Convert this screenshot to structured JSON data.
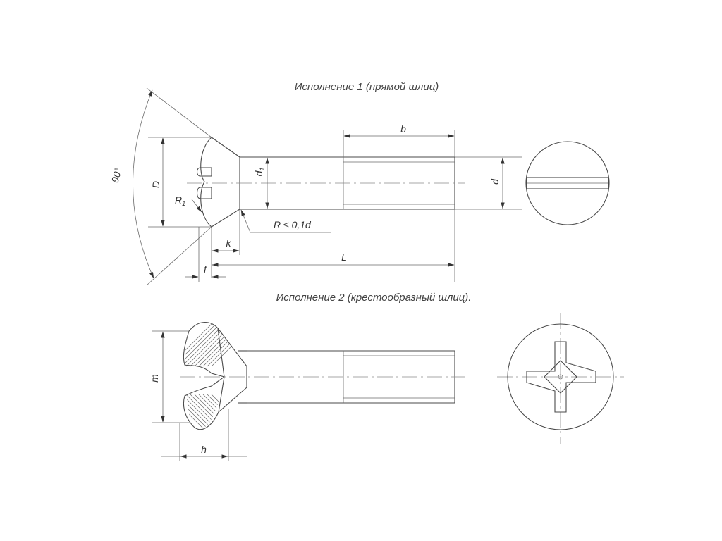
{
  "captions": {
    "execution1": "Исполнение 1 (прямой шлиц)",
    "execution2": "Исполнение 2 (крестообразный шлиц)."
  },
  "dims": {
    "b": "b",
    "d": "d",
    "d1_base": "d",
    "d1_sub": "1",
    "D": "D",
    "R1_base": "R",
    "R1_sub": "1",
    "R_limit": "R ≤ 0,1d",
    "k": "k",
    "f": "f",
    "L": "L",
    "angle": "90°",
    "m": "m",
    "h": "h"
  }
}
